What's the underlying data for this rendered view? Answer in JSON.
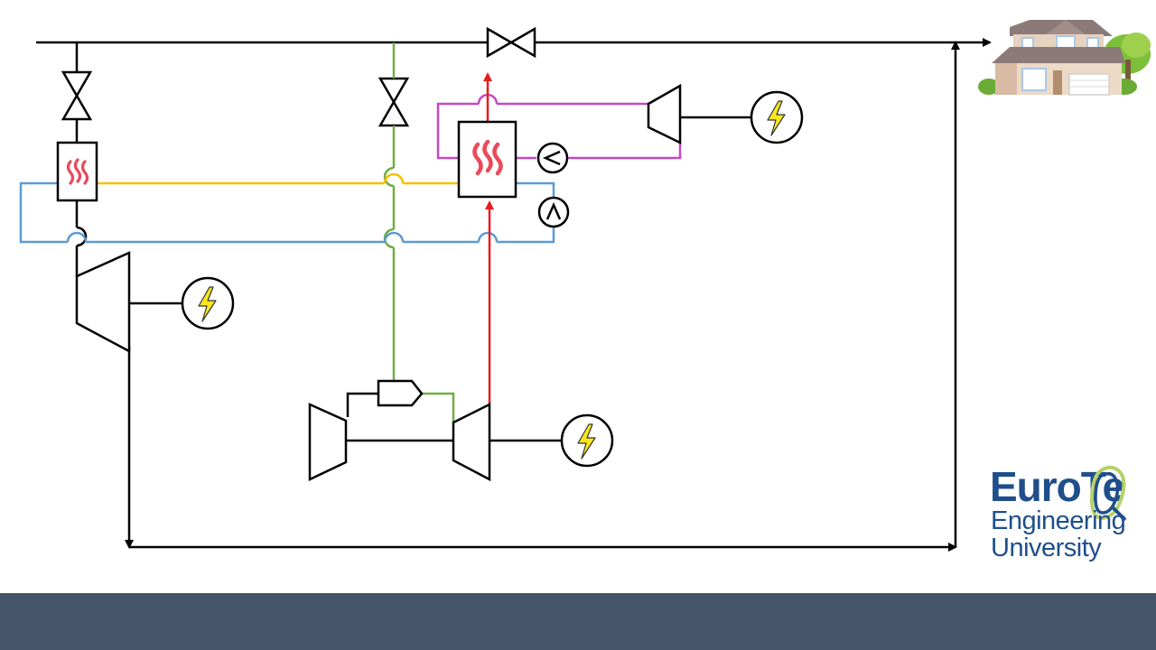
{
  "colors": {
    "footer": "#455468",
    "steam_line": "#000000",
    "gas_line": "#70ad47",
    "hot_exhaust": "#e81c1c",
    "feed_loop": "#5b9bd5",
    "process_line": "#f5c000",
    "refrigerant_loop": "#c848c0",
    "generator_bolt": "#f9e71e",
    "flame": "#e94a5a",
    "logo_blue": "#1f4f8b",
    "logo_mark": "#b6d16a"
  },
  "icons": {
    "valves": [
      "valve-icon",
      "valve-icon",
      "valve-icon"
    ],
    "heat_exchangers": [
      "heat-exchanger-icon",
      "heat-exchanger-icon"
    ],
    "generators": [
      "lightning-icon",
      "lightning-icon",
      "lightning-icon"
    ],
    "pumps": [
      "pump-icon",
      "pump-icon"
    ],
    "house": "house-icon",
    "combustor": "combustor-icon"
  },
  "logo": {
    "line1": "EuroTe",
    "line2": "Engineering",
    "line3": "University"
  }
}
